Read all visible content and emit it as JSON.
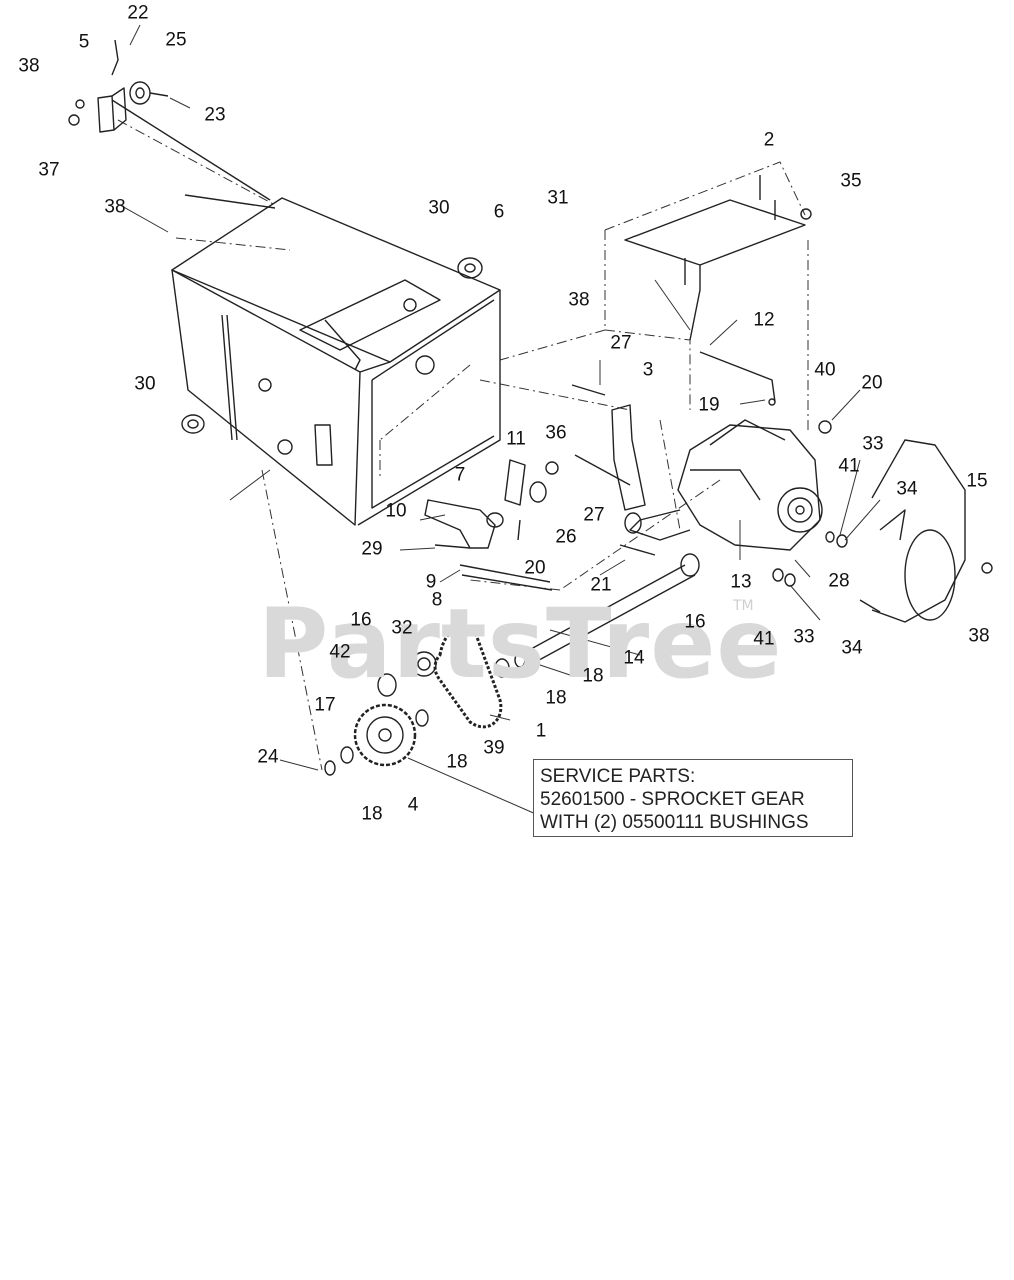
{
  "watermark": {
    "brand": "PartsTree",
    "trademark": "TM"
  },
  "service_note": {
    "line1": "SERVICE PARTS:",
    "line2": "52601500 - SPROCKET GEAR",
    "line3": "WITH (2) 05500111 BUSHINGS"
  },
  "callouts": {
    "c22": "22",
    "c5": "5",
    "c25": "25",
    "c38a": "38",
    "c23": "23",
    "c37": "37",
    "c38b": "38",
    "c30a": "30",
    "c6": "6",
    "c31": "31",
    "c38c": "38",
    "c2": "2",
    "c35": "35",
    "c12": "12",
    "c27a": "27",
    "c3": "3",
    "c40": "40",
    "c20a": "20",
    "c19": "19",
    "c30b": "30",
    "c11": "11",
    "c36": "36",
    "c33a": "33",
    "c41a": "41",
    "c34a": "34",
    "c15": "15",
    "c7": "7",
    "c10": "10",
    "c26": "26",
    "c27b": "27",
    "c29": "29",
    "c20b": "20",
    "c13": "13",
    "c28": "28",
    "c9": "9",
    "c21": "21",
    "c16a": "16",
    "c41b": "41",
    "c33b": "33",
    "c34b": "34",
    "c38d": "38",
    "c8": "8",
    "c16b": "16",
    "c32": "32",
    "c14": "14",
    "c42": "42",
    "c18a": "18",
    "c18b": "18",
    "c17": "17",
    "c39": "39",
    "c1": "1",
    "c24": "24",
    "c18c": "18",
    "c4": "4",
    "c18d": "18"
  }
}
